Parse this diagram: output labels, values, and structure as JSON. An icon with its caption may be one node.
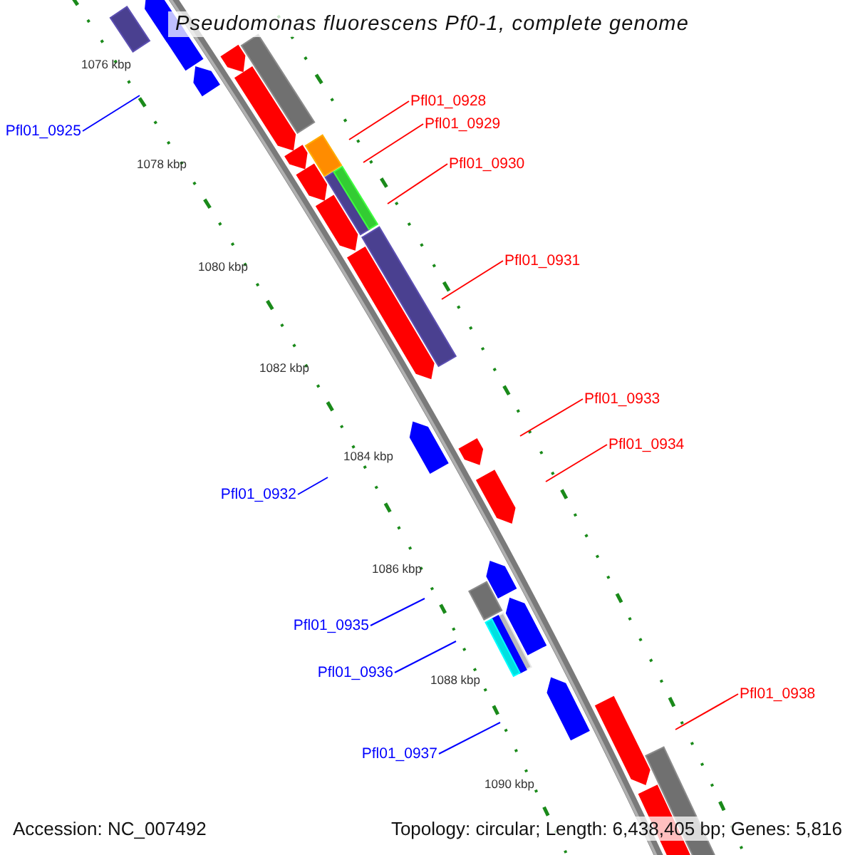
{
  "diagram": {
    "title": "Pseudomonas fluorescens Pf0-1, complete genome",
    "nodes": [
      {
        "text": [
          "Pfl01_0925"
        ]
      },
      {
        "text": [
          "Pfl01_0928"
        ]
      },
      {
        "text": [
          "Pfl01_0929"
        ]
      },
      {
        "text": [
          "Pfl01_0930"
        ]
      },
      {
        "text": [
          "Pfl01_0931"
        ]
      },
      {
        "text": [
          "Pfl01_0933"
        ]
      },
      {
        "text": [
          "Pfl01_0934"
        ]
      },
      {
        "text": [
          "Pfl01_0932"
        ]
      },
      {
        "text": [
          "Pfl01_0935"
        ]
      },
      {
        "text": [
          "Pfl01_0936"
        ]
      },
      {
        "text": [
          "Pfl01_0937"
        ]
      },
      {
        "text": [
          "Pfl01_0938"
        ]
      }
    ],
    "edges": [
      {
        "from": 0,
        "to": null,
        "arrow": "none",
        "color": "#0000ff"
      },
      {
        "from": 1,
        "to": null,
        "arrow": "none"
      },
      {
        "from": 2,
        "to": null,
        "arrow": "none"
      },
      {
        "from": 3,
        "to": null,
        "arrow": "none"
      },
      {
        "from": 4,
        "to": null,
        "arrow": "none"
      },
      {
        "from": 5,
        "to": null,
        "arrow": "none"
      },
      {
        "from": 6,
        "to": null,
        "arrow": "none"
      },
      {
        "from": 7,
        "to": null,
        "arrow": "none",
        "color": "#0000ff"
      },
      {
        "from": 8,
        "to": null,
        "arrow": "none",
        "color": "#0000ff"
      },
      {
        "from": 9,
        "to": null,
        "arrow": "none",
        "color": "#0000ff"
      },
      {
        "from": 10,
        "to": null,
        "arrow": "none",
        "color": "#0000ff"
      },
      {
        "from": 11,
        "to": null,
        "arrow": "none"
      }
    ],
    "labels": [
      "1076 kbp",
      "1078 kbp",
      "1080 kbp",
      "1082 kbp",
      "1084 kbp",
      "1086 kbp",
      "1088 kbp",
      "1090 kbp",
      "Accession: NC_007492",
      "Topology: circular; Length: 6,438,405 bp; Genes: 5,816"
    ]
  }
}
